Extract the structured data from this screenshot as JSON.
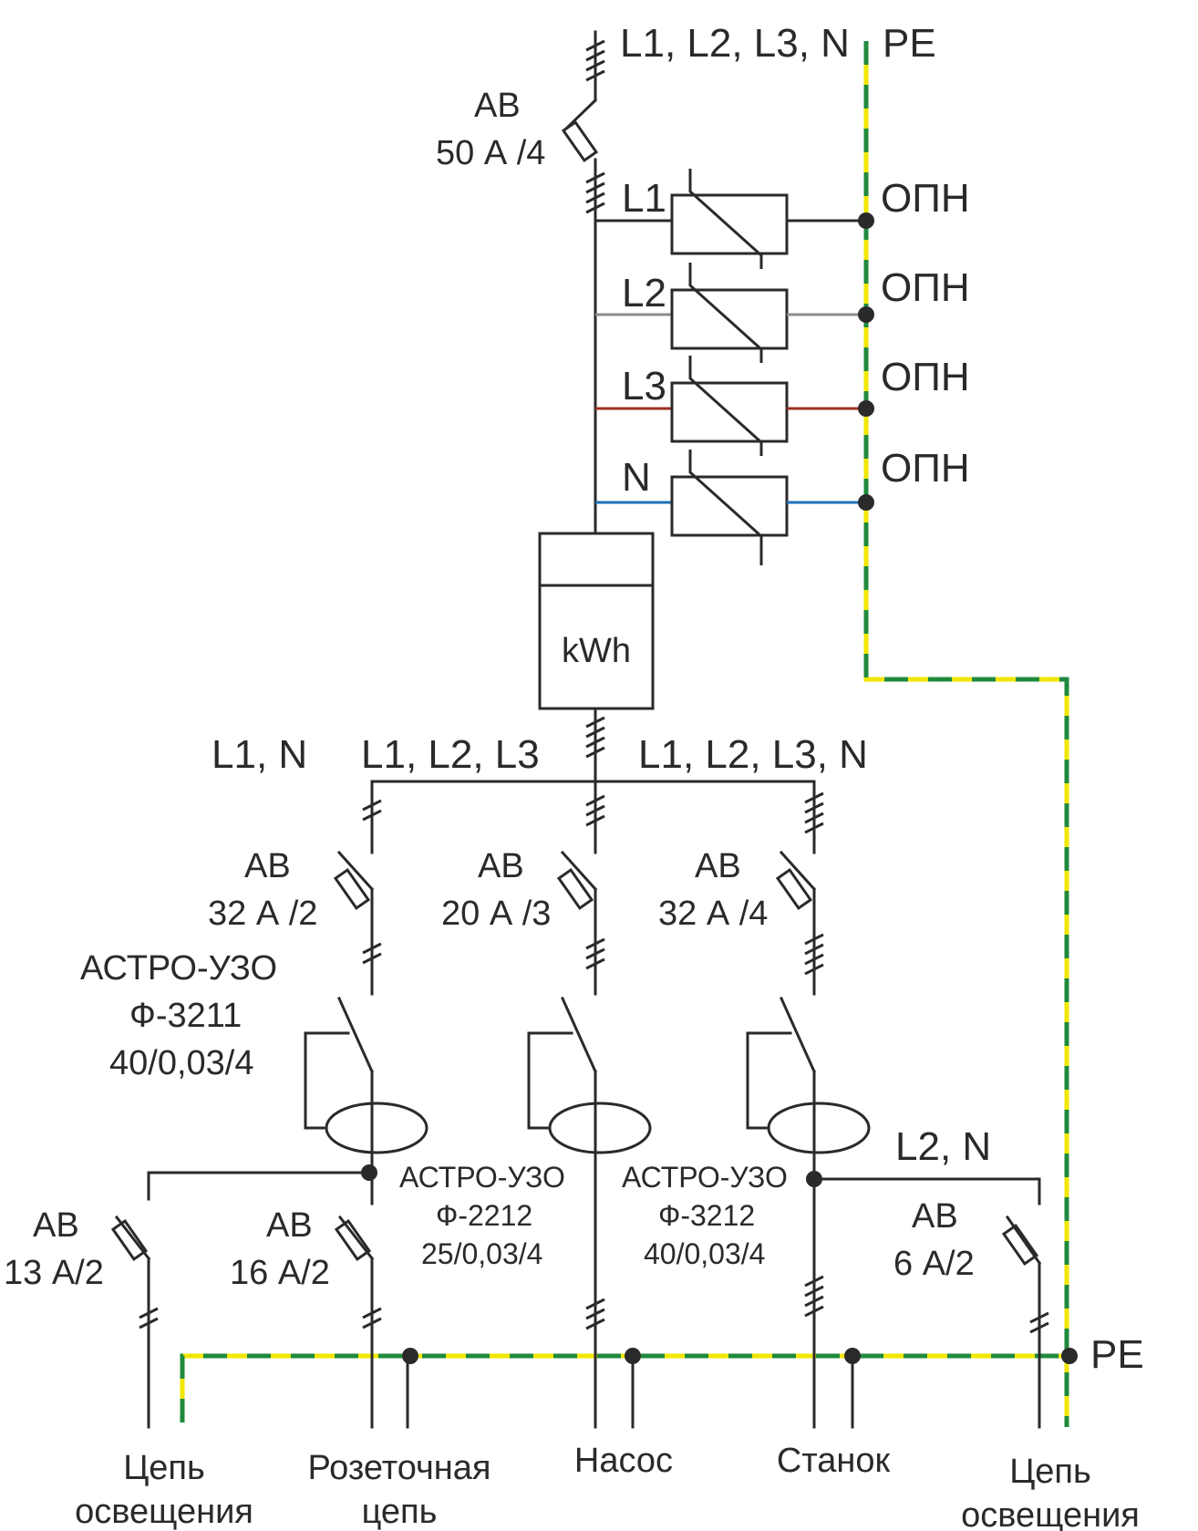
{
  "colors": {
    "wire": "#2a2a2a",
    "pe_yellow": "#f2e600",
    "pe_green": "#1f8a3c",
    "phase_l2": "#8c8c8c",
    "phase_l3": "#a03020",
    "neutral": "#1f6fb8"
  },
  "labels": {
    "input_phases": "L1, L2, L3, N",
    "input_pe": "PE",
    "main_breaker_title": "АВ",
    "main_breaker_rating": "50 А /4",
    "l1": "L1",
    "l2": "L2",
    "l3": "L3",
    "n": "N",
    "opn": "ОПН",
    "meter": "kWh",
    "bus_left": "L1, N",
    "bus_mid": "L1, L2, L3",
    "bus_right": "L1, L2, L3, N",
    "br_left_title": "АВ",
    "br_left_rating": "32 А /2",
    "br_mid_title": "АВ",
    "br_mid_rating": "20 А /3",
    "br_right_title": "АВ",
    "br_right_rating": "32 А /4",
    "rcd_left": [
      "АСТРО-УЗО",
      "Ф-3211",
      "40/0,03/4"
    ],
    "rcd_mid": [
      "АСТРО-УЗО",
      "Ф-2212",
      "25/0,03/4"
    ],
    "rcd_right": [
      "АСТРО-УЗО",
      "Ф-3212",
      "40/0,03/4"
    ],
    "sub_l2n": "L2, N",
    "av13_title": "АВ",
    "av13_rating": "13 А/2",
    "av16_title": "АВ",
    "av16_rating": "16 А/2",
    "av6_title": "АВ",
    "av6_rating": "6 А/2",
    "pe_bottom": "PE",
    "load_lighting_1": [
      "Цепь",
      "освещения"
    ],
    "load_sockets": [
      "Розеточная",
      "цепь"
    ],
    "load_pump": "Насос",
    "load_machine": "Станок",
    "load_lighting_2": [
      "Цепь",
      "освещения"
    ]
  }
}
